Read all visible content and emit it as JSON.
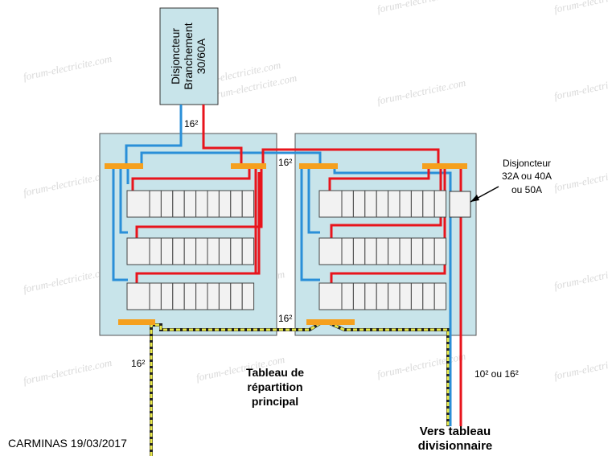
{
  "watermark": "forum-electricite.com",
  "labels": {
    "main_breaker_line1": "Disjoncteur",
    "main_breaker_line2": "Branchement",
    "main_breaker_line3": "30/60A",
    "cable_section_top": "16²",
    "cable_section_bridge_top": "16²",
    "cable_section_bridge_bottom": "16²",
    "cable_section_earth": "16²",
    "sub_breaker_line1": "Disjoncteur",
    "sub_breaker_line2": "32A ou 40A",
    "sub_breaker_line3": "ou 50A",
    "main_board_line1": "Tableau de",
    "main_board_line2": "répartition",
    "main_board_line3": "principal",
    "to_sub_board_line1": "Vers tableau",
    "to_sub_board_line2": "divisionnaire",
    "outgoing_section": "10² ou 16²",
    "credit": "CARMINAS 19/03/2017"
  },
  "colors": {
    "panel": "#c8e4ea",
    "phase": "#e8141c",
    "neutral": "#2a8fd8",
    "earth_fill": "#e8e84a",
    "busbar": "#f5a01e",
    "breaker": "#f2f2f2"
  }
}
